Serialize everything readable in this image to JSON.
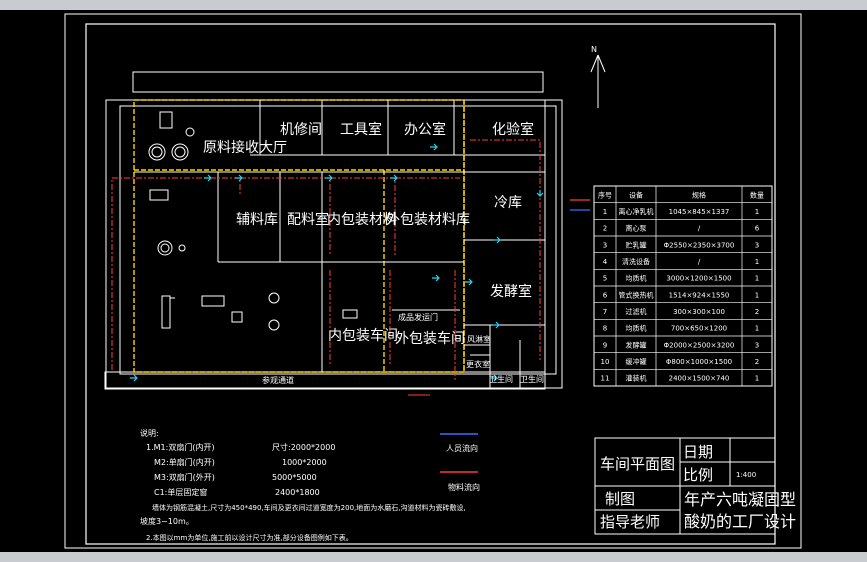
{
  "north_label": "N",
  "rooms": {
    "raw_receiving": "原料接收大厅",
    "repair": "机修间",
    "tools": "工具室",
    "office": "办公室",
    "lab": "化验室",
    "aux_store": "辅料库",
    "batching": "配料室",
    "inner_pack_store": "内包装材料",
    "outer_pack_store": "外包装材料库",
    "cold_store": "冷库",
    "ferment": "发酵室",
    "inner_pack": "内包装车间",
    "outer_pack": "外包装车间",
    "finished_gate": "成品发运门",
    "air_shower": "风淋室",
    "changing": "更衣室",
    "wc1": "卫生间",
    "wc2": "卫生间",
    "corridor": "参观通道"
  },
  "equipment_table": {
    "headers": [
      "序号",
      "设备",
      "规格",
      "数量"
    ],
    "rows": [
      [
        "1",
        "离心净乳机",
        "1045×845×1337",
        "1"
      ],
      [
        "2",
        "离心泵",
        "/",
        "6"
      ],
      [
        "3",
        "贮乳罐",
        "Φ2550×2350×3700",
        "3"
      ],
      [
        "4",
        "清洗设备",
        "/",
        "1"
      ],
      [
        "5",
        "均质机",
        "3000×1200×1500",
        "1"
      ],
      [
        "6",
        "管式换热机",
        "1514×924×1550",
        "1"
      ],
      [
        "7",
        "过滤机",
        "300×300×100",
        "2"
      ],
      [
        "8",
        "均质机",
        "700×650×1200",
        "1"
      ],
      [
        "9",
        "发酵罐",
        "Φ2000×2500×3200",
        "3"
      ],
      [
        "10",
        "缓冲罐",
        "Φ800×1000×1500",
        "2"
      ],
      [
        "11",
        "灌装机",
        "2400×1500×740",
        "1"
      ]
    ]
  },
  "notes": {
    "title": "说明:",
    "line1_a": "1.M1:双扇门(内开)",
    "line1_b": "尺寸:2000*2000",
    "line2_a": "M2:单扇门(内开)",
    "line2_b": "1000*2000",
    "line3_a": "M3:双扇门(外开)",
    "line3_b": "5000*5000",
    "line4_a": "C1:单层固定窗",
    "line4_b": "2400*1800",
    "line5": "墙体为钢筋混凝土,尺寸为450*490,车间及更衣间过道宽度为200,地面为水磨石,沟道材料为瓷砖敷设,",
    "line6": "坡度3~10m。",
    "line7": "2.本图以mm为单位,施工前以设计尺寸为准,部分设备图例如下表。",
    "legend_people": "人员流向",
    "legend_material": "物料流向"
  },
  "title_block": {
    "drawing_name": "车间平面图",
    "date_label": "日期",
    "scale_label": "比例",
    "scale_value": "1:400",
    "drawn_by_label": "制图",
    "advisor_label": "指导老师",
    "project_line1": "年产六吨凝固型",
    "project_line2": "酸奶的工厂设计"
  }
}
